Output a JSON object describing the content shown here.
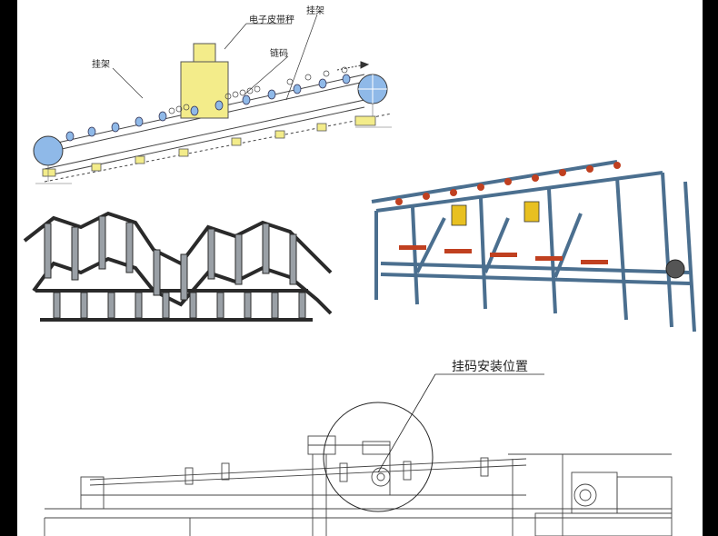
{
  "diagram_top": {
    "label_scale": "电子皮带秤",
    "label_hanger_right": "挂架",
    "label_hanger_left": "挂架",
    "label_chain": "链码"
  },
  "diagram_bottom": {
    "label_install": "挂码安装位置"
  },
  "colors": {
    "belt_blue": "#8fb9e8",
    "scale_yellow": "#f3ec8a",
    "roller_chain": "#2a2a2a",
    "frame_steel": "#4b6f8f",
    "hook_yellow": "#e8c020",
    "line": "#333333"
  }
}
